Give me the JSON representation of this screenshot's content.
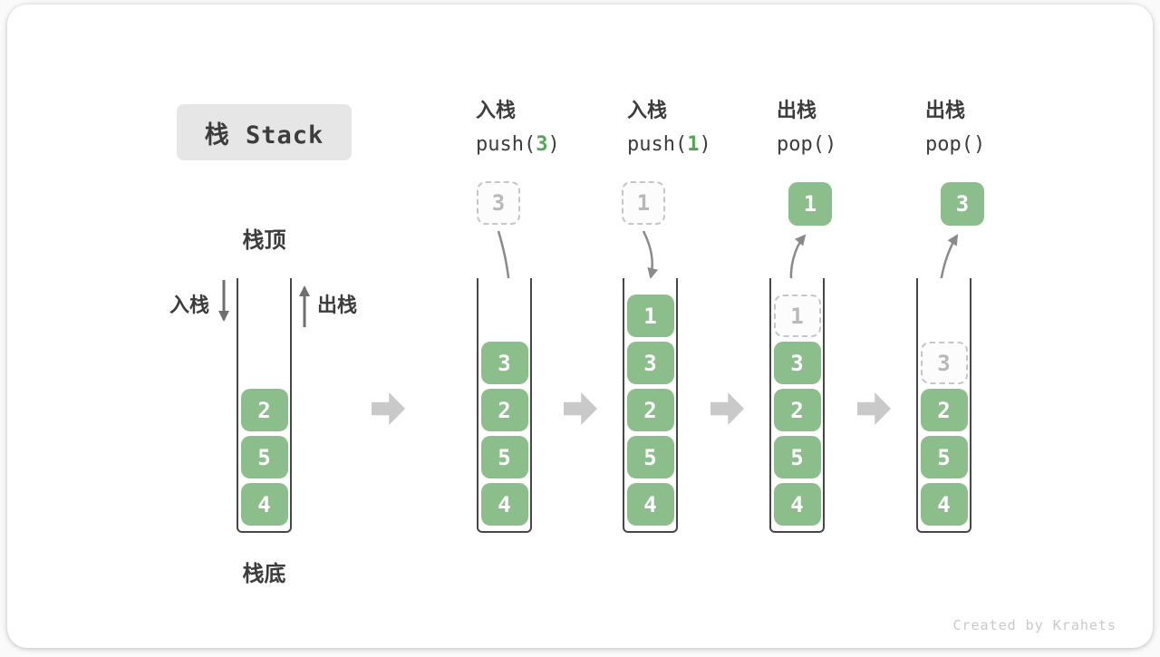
{
  "title": "栈 Stack",
  "labels": {
    "stack_top": "栈顶",
    "stack_bottom": "栈底",
    "push": "入栈",
    "pop": "出栈"
  },
  "operations": [
    {
      "name": "push-3",
      "label": "入栈",
      "code": {
        "pre": "push(",
        "val": "3",
        "post": ")"
      },
      "floating_value": "3",
      "floating_style": "dashed"
    },
    {
      "name": "push-1",
      "label": "入栈",
      "code": {
        "pre": "push(",
        "val": "1",
        "post": ")"
      },
      "floating_value": "1",
      "floating_style": "dashed"
    },
    {
      "name": "pop-1",
      "label": "出栈",
      "code": {
        "pre": "pop()",
        "val": "",
        "post": ""
      },
      "floating_value": "1",
      "floating_style": "solid"
    },
    {
      "name": "pop-3",
      "label": "出栈",
      "code": {
        "pre": "pop()",
        "val": "",
        "post": ""
      },
      "floating_value": "3",
      "floating_style": "solid"
    }
  ],
  "stacks": [
    {
      "name": "initial",
      "elements": [
        {
          "v": "2"
        },
        {
          "v": "5"
        },
        {
          "v": "4"
        }
      ]
    },
    {
      "name": "after-push-3",
      "elements": [
        {
          "v": "3"
        },
        {
          "v": "2"
        },
        {
          "v": "5"
        },
        {
          "v": "4"
        }
      ]
    },
    {
      "name": "after-push-1",
      "elements": [
        {
          "v": "1"
        },
        {
          "v": "3"
        },
        {
          "v": "2"
        },
        {
          "v": "5"
        },
        {
          "v": "4"
        }
      ]
    },
    {
      "name": "after-pop-1",
      "elements": [
        {
          "v": "1",
          "ghost": true
        },
        {
          "v": "3"
        },
        {
          "v": "2"
        },
        {
          "v": "5"
        },
        {
          "v": "4"
        }
      ]
    },
    {
      "name": "after-pop-3",
      "elements": [
        {
          "v": "3",
          "ghost": true
        },
        {
          "v": "2"
        },
        {
          "v": "5"
        },
        {
          "v": "4"
        }
      ]
    }
  ],
  "watermark": "Created by Krahets",
  "colors": {
    "element_green": "#8cbe8c",
    "element_text": "#ffffff",
    "code_green": "#53a653",
    "ghost_border": "#c6c6c6",
    "ghost_text": "#b8b8b8",
    "ghost_fill": "#fcfcfc",
    "text_dark": "#3c3c3c",
    "arrow_gray": "#8a8a8a",
    "block_arrow_gray": "#c9c9c9",
    "wall_color": "#474747",
    "watermark_gray": "#c9c9c9",
    "title_bg": "#e6e6e6"
  }
}
